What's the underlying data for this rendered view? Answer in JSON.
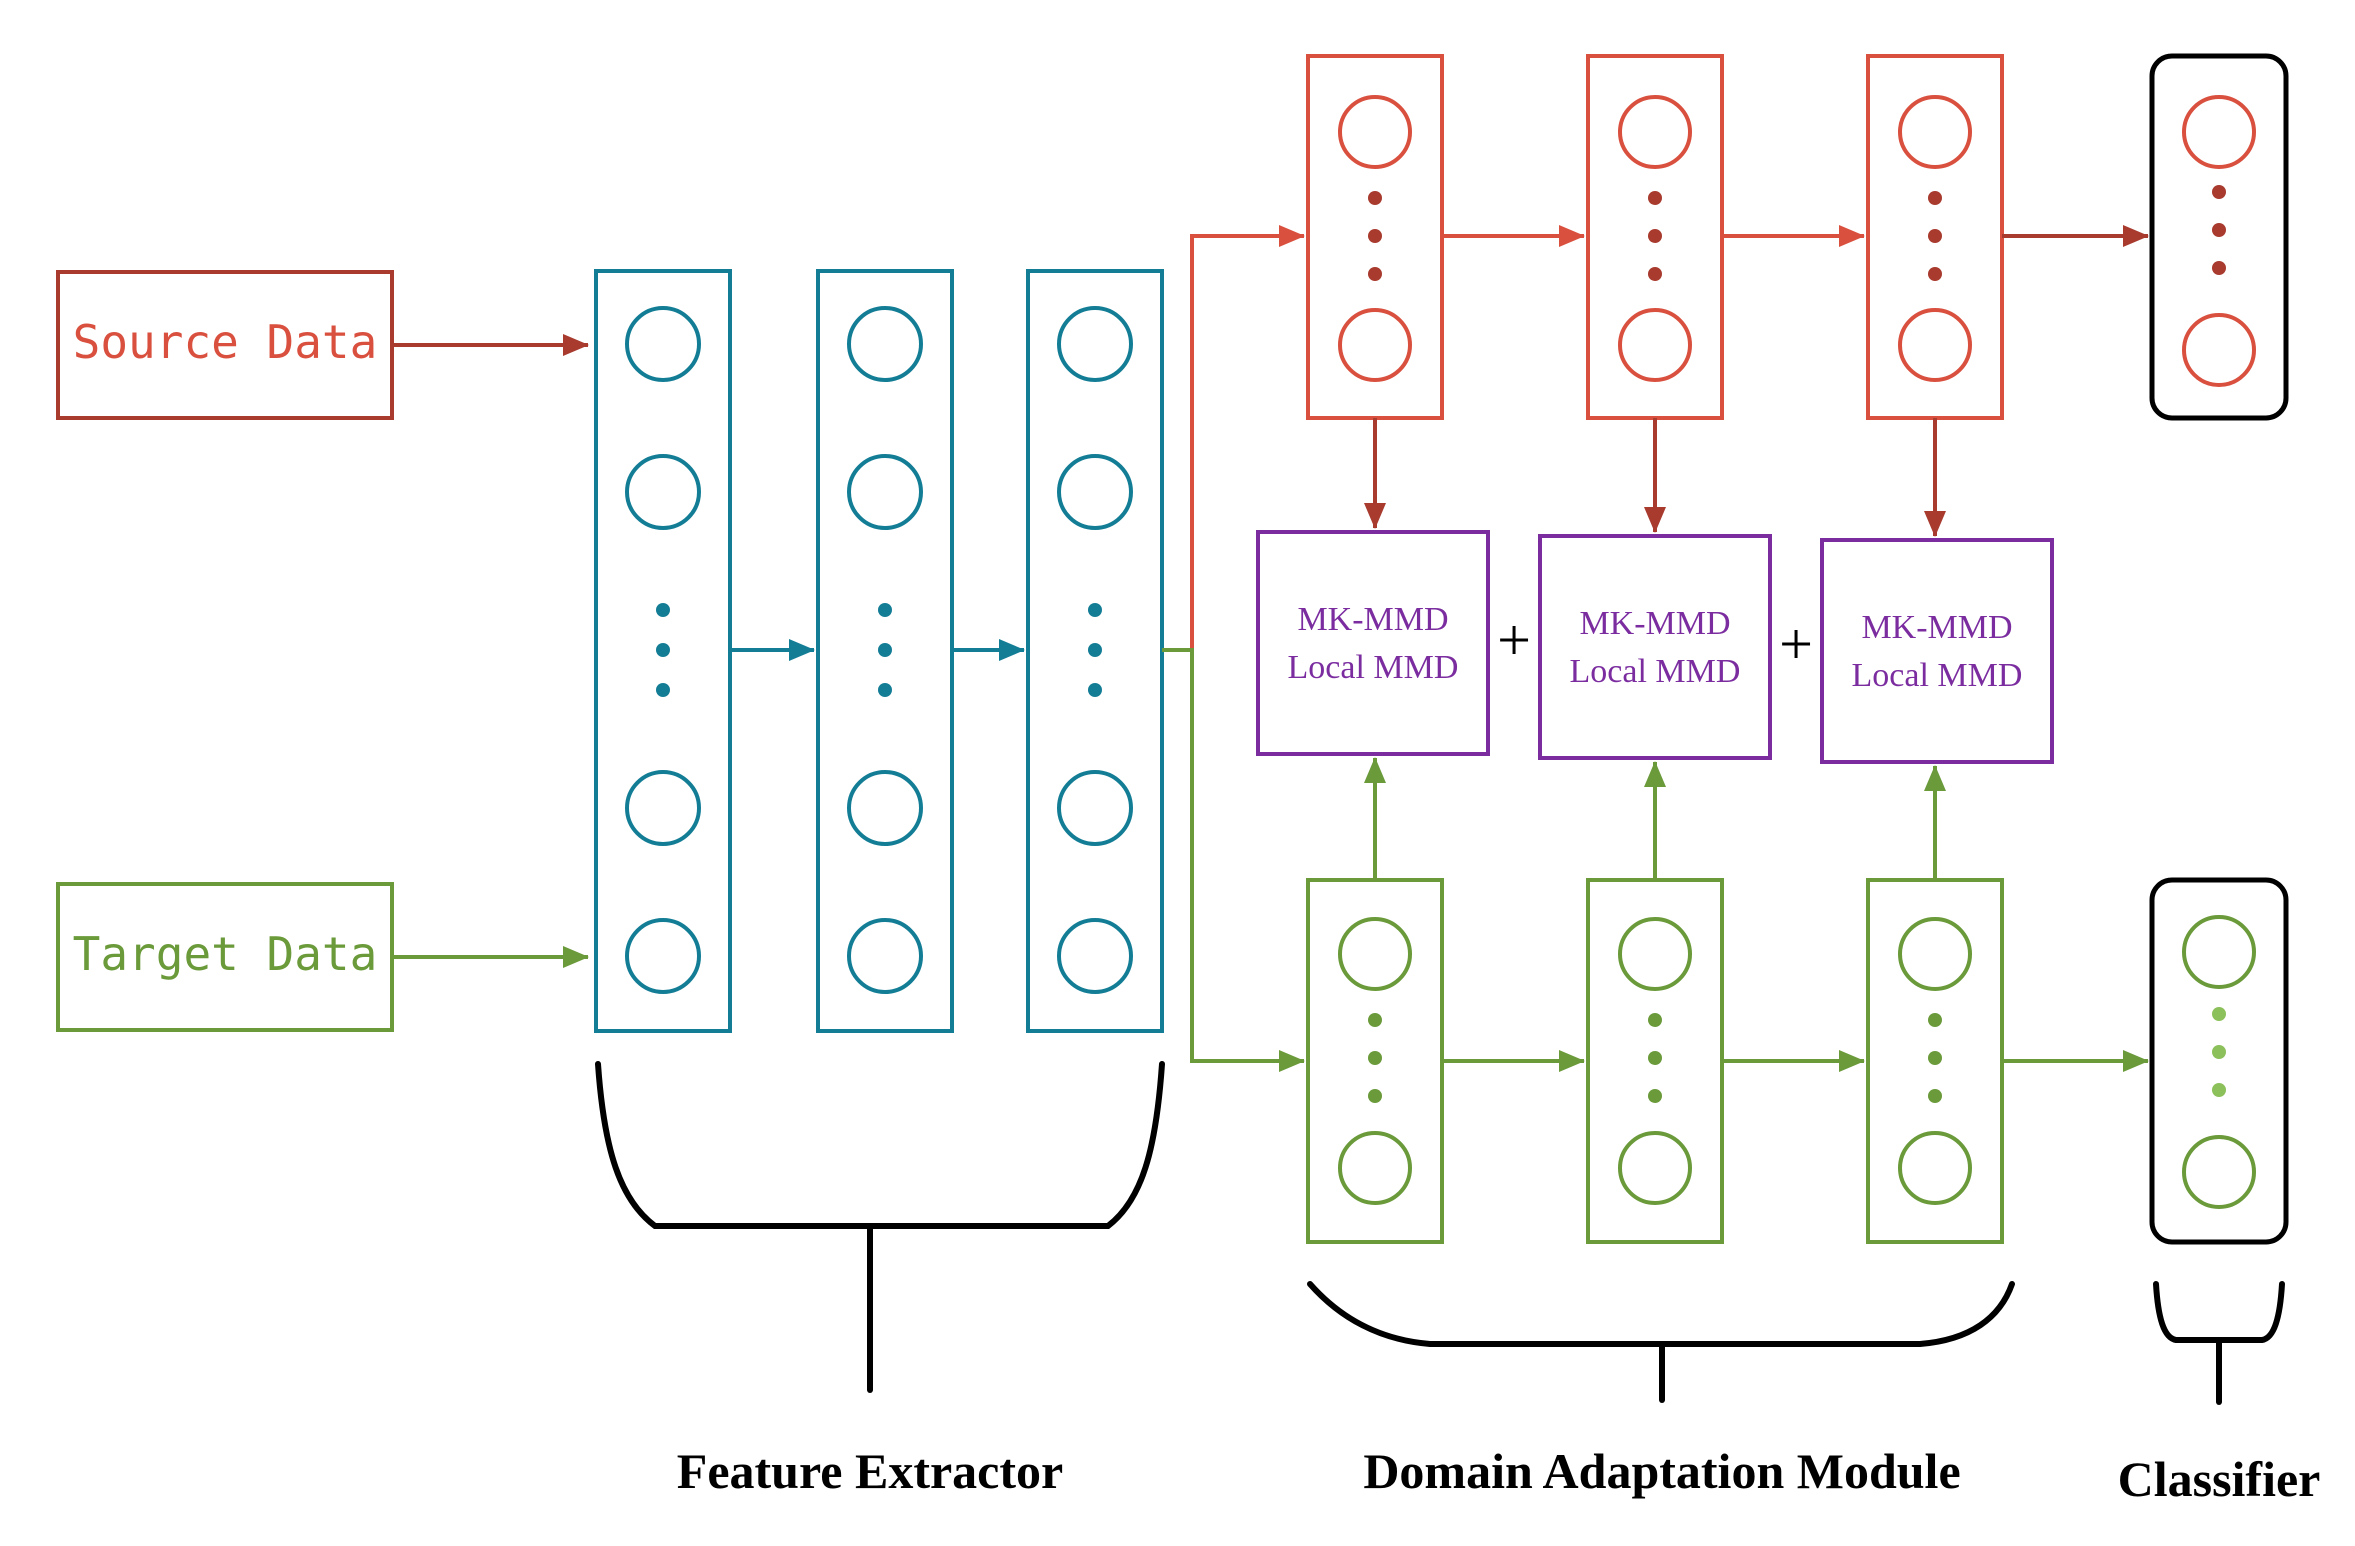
{
  "inputs": {
    "source": "Source Data",
    "target": "Target Data"
  },
  "mmd": {
    "line1": "MK-MMD",
    "line2": "Local MMD",
    "plus": "+"
  },
  "sections": {
    "feature_extractor": "Feature Extractor",
    "domain_adaptation": "Domain Adaptation Module",
    "classifier": "Classifier"
  },
  "colors": {
    "source": "#d9503f",
    "source_arrow": "#a83a2e",
    "target": "#6a9a3a",
    "target_dots_light": "#8cc05a",
    "feature": "#137d96",
    "mmd": "#7b2da0",
    "black": "#000000"
  }
}
